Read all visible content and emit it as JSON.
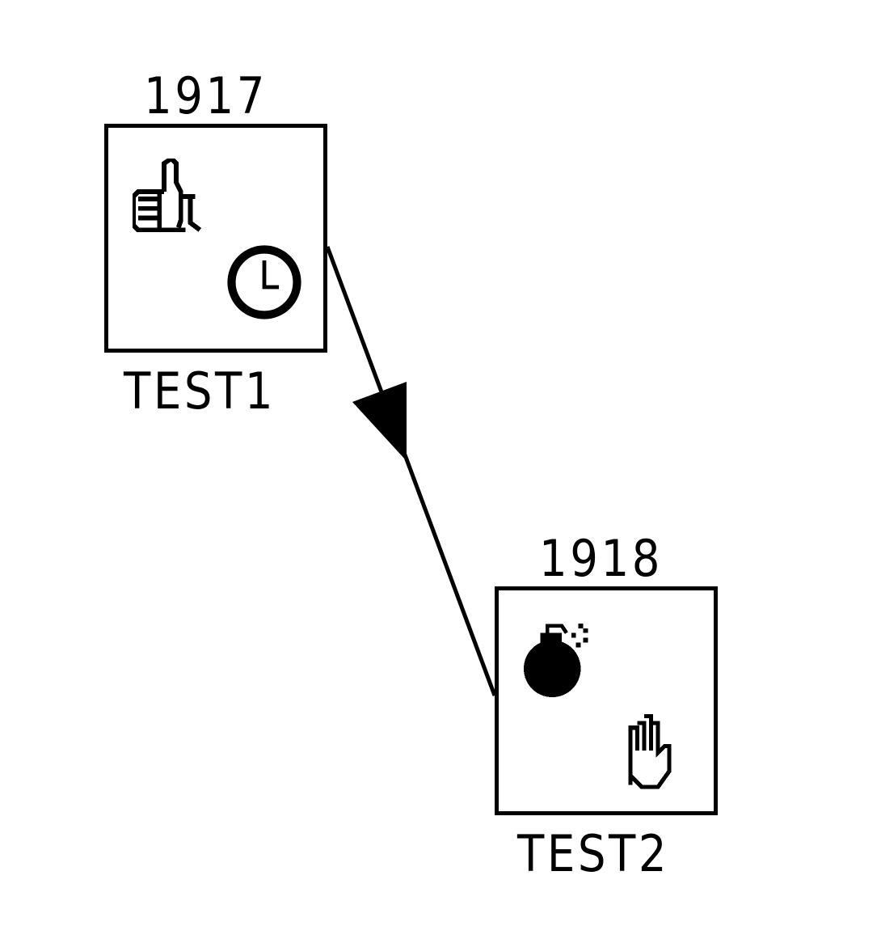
{
  "nodes": [
    {
      "id": "1917",
      "name": "TEST1",
      "icons": [
        "thumbs-up-icon",
        "clock-icon"
      ]
    },
    {
      "id": "1918",
      "name": "TEST2",
      "icons": [
        "bomb-icon",
        "hand-stop-icon"
      ]
    }
  ],
  "edges": [
    {
      "from": "1917",
      "to": "1918",
      "arrow": "filled-triangle"
    }
  ],
  "colors": {
    "stroke": "#000000",
    "background": "#ffffff"
  }
}
